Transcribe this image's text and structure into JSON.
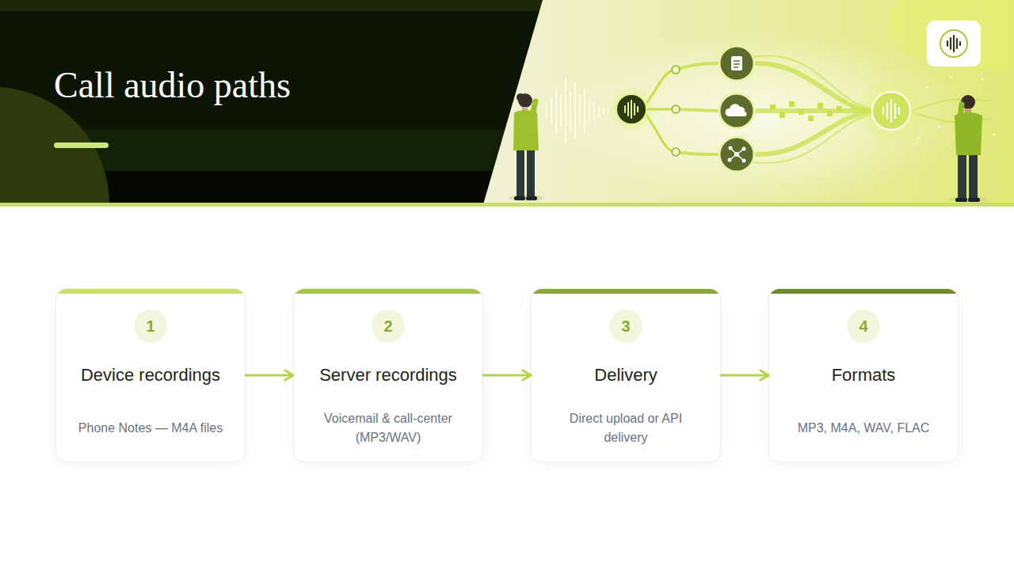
{
  "diagram": {
    "title": "Call audio paths",
    "nodes": [
      {
        "text": [
          "Device recordings",
          "Phone Notes — M4A files"
        ]
      },
      {
        "text": [
          "1"
        ],
        "in": 0
      },
      {
        "text": [
          "Server recordings",
          "Voicemail & call-center (MP3/WAV)"
        ]
      },
      {
        "text": [
          "2"
        ],
        "in": 2
      },
      {
        "text": [
          "Delivery",
          "Direct upload or API delivery"
        ]
      },
      {
        "text": [
          "3"
        ],
        "in": 4
      },
      {
        "text": [
          "Formats",
          "MP3, M4A, WAV, FLAC"
        ]
      },
      {
        "text": [
          "4"
        ],
        "in": 6
      }
    ],
    "edges": [
      {
        "from": 0,
        "to": 2,
        "arrow": "to"
      },
      {
        "from": 2,
        "to": 4,
        "arrow": "to"
      },
      {
        "from": 4,
        "to": 6,
        "arrow": "to"
      }
    ]
  }
}
